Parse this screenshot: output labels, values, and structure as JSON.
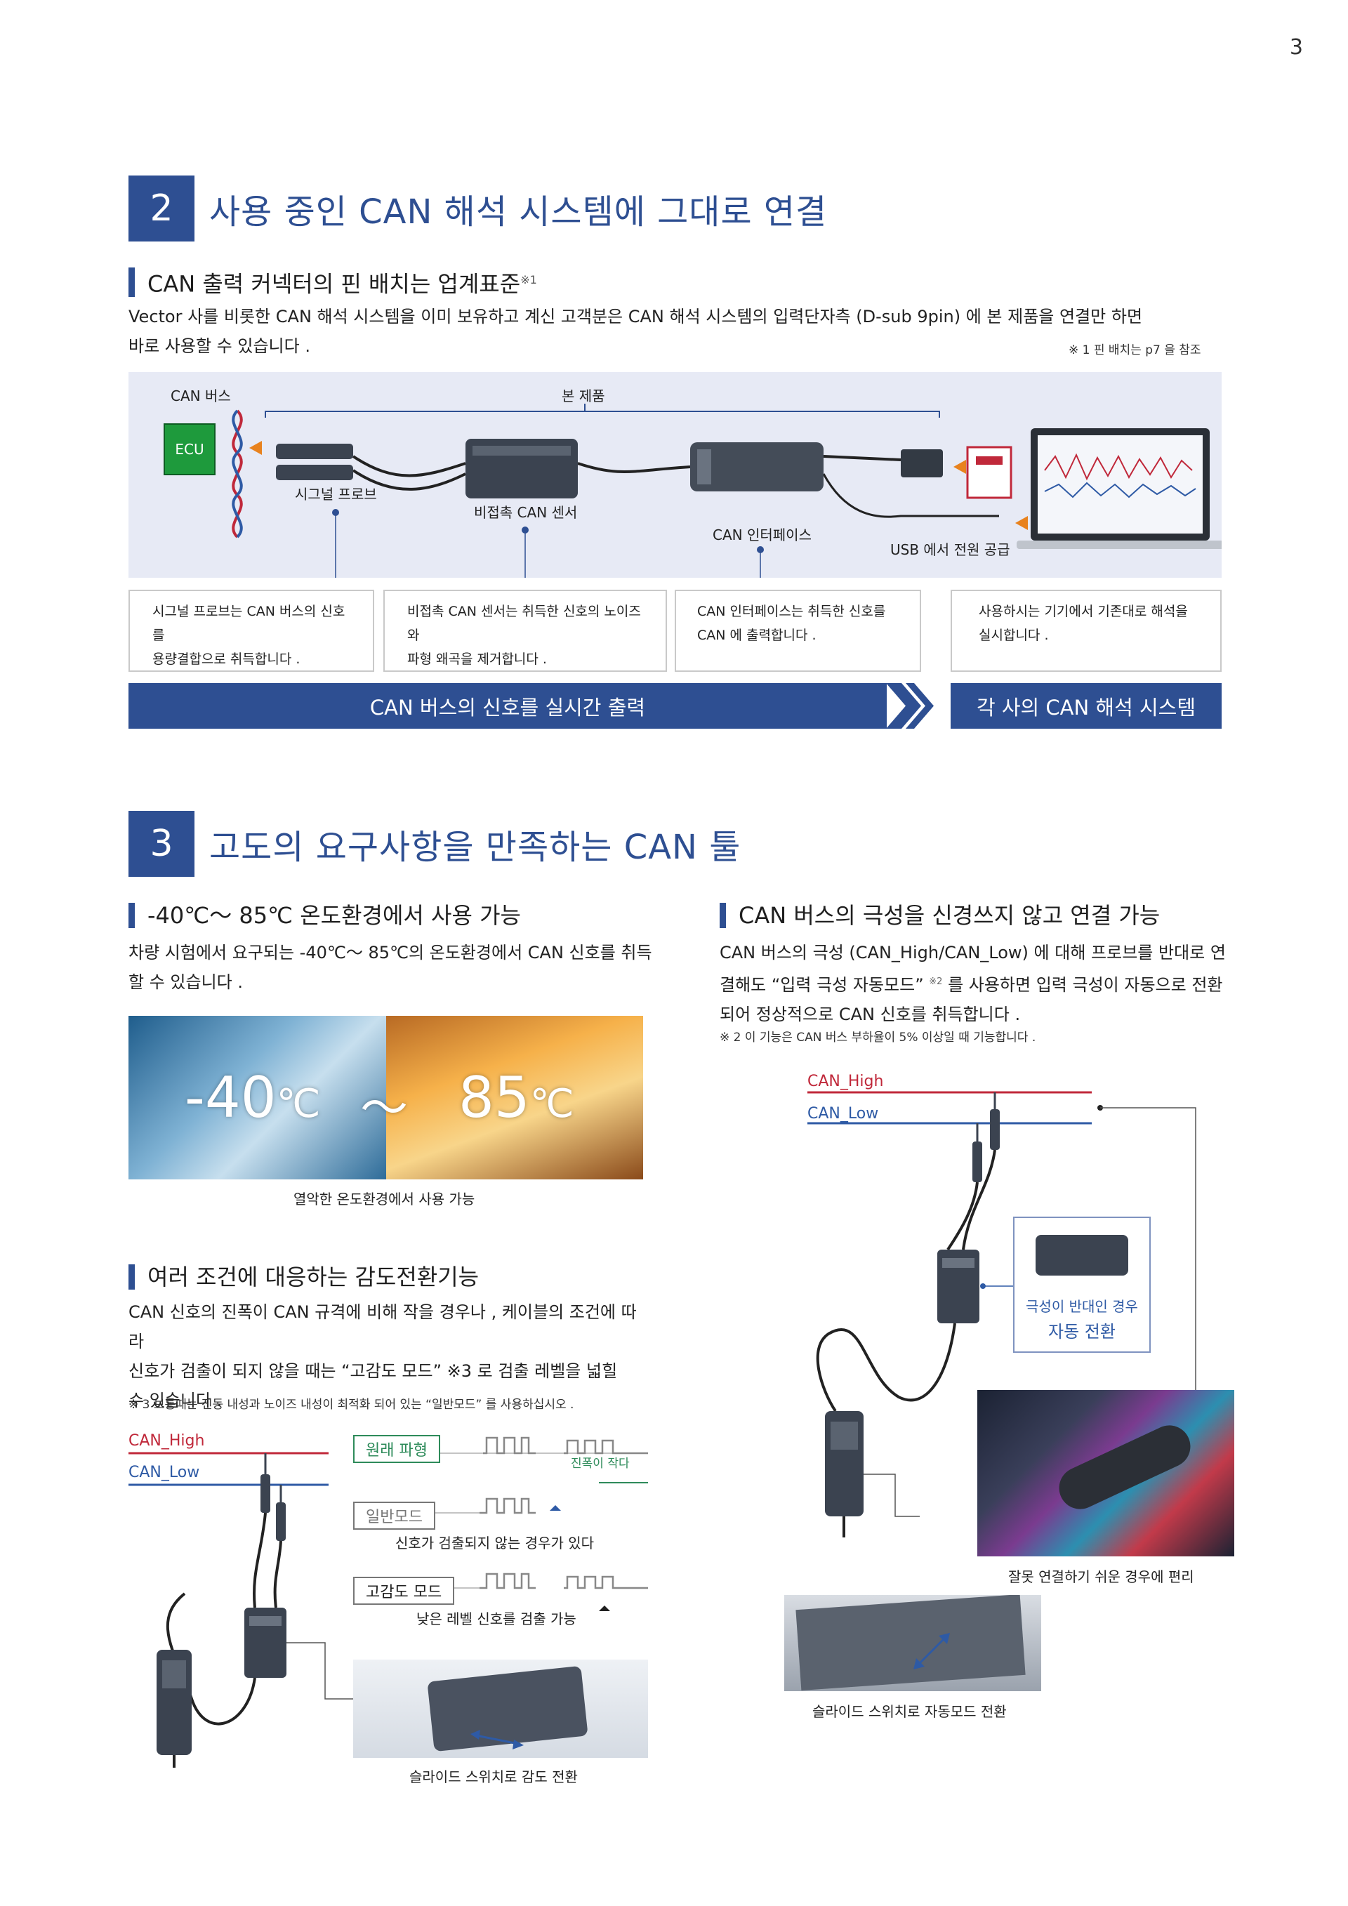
{
  "page_number": "3",
  "section2": {
    "number": "2",
    "title": "사용 중인 CAN 해석 시스템에 그대로 연결",
    "subhead": "CAN 출력 커넥터의 핀 배치는 업계표준",
    "subhead_sup": "※1",
    "body_line1": "Vector 사를 비롯한 CAN 해석 시스템을 이미 보유하고 계신 고객분은 CAN 해석 시스템의 입력단자측 (D-sub 9pin) 에 본 제품을 연결만 하면",
    "body_line2": "바로 사용할 수 있습니다 .",
    "note": "※ 1 핀 배치는 p7 을 참조",
    "diagram": {
      "can_bus": "CAN 버스",
      "product": "본 제품",
      "ecu": "ECU",
      "signal_probe": "시그널 프로브",
      "sensor": "비접촉 CAN 센서",
      "interface": "CAN 인터페이스",
      "usb": "USB 에서 전원 공급"
    },
    "boxes": [
      {
        "line1": "시그널 프로브는 CAN 버스의 신호를",
        "line2": "용량결합으로 취득합니다 ."
      },
      {
        "line1": "비접촉 CAN 센서는 취득한 신호의 노이즈와",
        "line2": "파형 왜곡을 제거합니다 ."
      },
      {
        "line1": "CAN 인터페이스는 취득한 신호를",
        "line2": "CAN 에 출력합니다 ."
      },
      {
        "line1": "사용하시는 기기에서 기존대로 해석을",
        "line2": "실시합니다 ."
      }
    ],
    "bar_left": "CAN 버스의 신호를 실시간 출력",
    "bar_right": "각 사의 CAN 해석 시스템"
  },
  "section3": {
    "number": "3",
    "title": "고도의 요구사항을 만족하는 CAN 툴",
    "temp": {
      "subhead": "-40℃～ 85℃ 온도환경에서 사용 가능",
      "body_line1": "차량 시험에서 요구되는 -40℃～ 85℃의 온도환경에서 CAN 신호를 취득",
      "body_line2": "할 수 있습니다 .",
      "photo_left": "-40",
      "photo_unit1": "℃",
      "photo_tilde": "～",
      "photo_right": "85",
      "photo_unit2": "℃",
      "caption": "열악한 온도환경에서 사용 가능"
    },
    "sensitivity": {
      "subhead": "여러 조건에 대응하는 감도전환기능",
      "body_line1": "CAN 신호의 진폭이 CAN 규격에 비해 작을 경우나 , 케이블의 조건에 따라",
      "body_line2": "신호가 검출이 되지 않을 때는 “고감도 모드” ※3 로  검출  레벨을  넓힐",
      "body_line3": "수  있습니다 .",
      "note": "※ 3 보통때는 진동 내성과 노이즈 내성이 최적화 되어 있는 “일반모드” 를 사용하십시오 .",
      "can_high": "CAN_High",
      "can_low": "CAN_Low",
      "mode_original": "원래 파형",
      "amplitude_small": "진폭이 작다",
      "mode_normal": "일반모드",
      "normal_desc": "신호가 검출되지 않는 경우가 있다",
      "mode_high": "고감도 모드",
      "high_desc": "낮은 레벨 신호를 검출 가능",
      "caption": "슬라이드 스위치로 감도 전환"
    },
    "polarity": {
      "subhead": "CAN 버스의 극성을 신경쓰지 않고 연결 가능",
      "body_line1": "CAN 버스의 극성 (CAN_High/CAN_Low) 에 대해 프로브를 반대로 연",
      "body_line2a": "결해도 “입력 극성 자동모드” ",
      "body_line2sup": "※2",
      "body_line2b": " 를 사용하면 입력 극성이 자동으로 전환",
      "body_line3": "되어 정상적으로 CAN 신호를 취득합니다 .",
      "note": "※ 2 이 기능은 CAN 버스 부하율이 5% 이상일 때 기능합니다 .",
      "can_high": "CAN_High",
      "can_low": "CAN_Low",
      "auto_line1": "극성이 반대인 경우",
      "auto_line2": "자동 전환",
      "caption_photo": "잘못 연결하기 쉬운 경우에 편리",
      "caption_switch": "슬라이드 스위치로 자동모드 전환"
    }
  }
}
